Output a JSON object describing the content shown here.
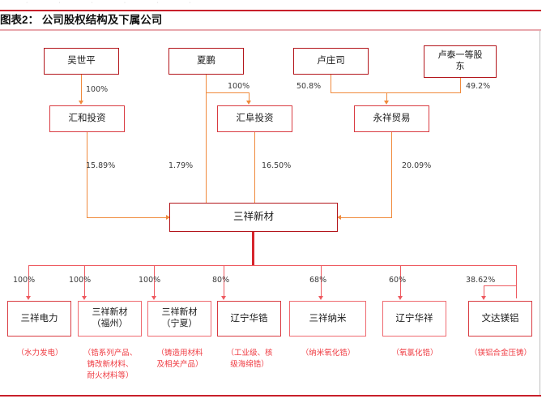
{
  "header": {
    "title": "图表2： 公司股权结构及下属公司",
    "ghost_row": "· · · · · ·"
  },
  "chart_data": {
    "type": "diagram",
    "title": "图表2： 公司股权结构及下属公司",
    "subtype": "ownership-structure-tree",
    "center_node": "三祥新材",
    "shareholders_top": [
      {
        "name": "吴世平",
        "pct": "100%",
        "to": "汇和投资"
      },
      {
        "name": "夏鹏",
        "pct": "100%",
        "to": "汇阜投资"
      },
      {
        "name": "卢庄司",
        "pct": "50.8%",
        "to": "永祥贸易"
      },
      {
        "name": "卢泰一等股东",
        "pct": "49.2%",
        "to": "永祥贸易"
      }
    ],
    "holding_entities": [
      {
        "name": "汇和投资",
        "pct": "15.89%"
      },
      {
        "name": "汇阜投资",
        "pct": "16.50%"
      },
      {
        "name": "永祥贸易",
        "pct": "20.09%"
      }
    ],
    "direct_stakes": [
      {
        "from": "吴世平",
        "pct": "15.89%"
      },
      {
        "from": "夏鹏",
        "pct": "1.79%"
      },
      {
        "from": "汇阜投资",
        "pct": "16.50%"
      },
      {
        "from": "永祥贸易",
        "pct": "20.09%"
      }
    ],
    "subsidiaries": [
      {
        "name": "三祥电力",
        "pct": "100%",
        "note": "（水力发电）"
      },
      {
        "name": "三祥新材\n（福州）",
        "pct": "100%",
        "note": "（锆系列产品、\n铸改新材料、\n耐火材料等）"
      },
      {
        "name": "三祥新材\n（宁夏）",
        "pct": "100%",
        "note": "（铸造用材料\n及相关产品）"
      },
      {
        "name": "辽宁华锆",
        "pct": "80%",
        "note": "（工业级、核\n级海绵锆）"
      },
      {
        "name": "三祥纳米",
        "pct": "68%",
        "note": "（纳米氧化锆）"
      },
      {
        "name": "辽宁华祥",
        "pct": "60%",
        "note": "（氧氯化锆）"
      },
      {
        "name": "文达镁铝",
        "pct": "38.62%",
        "note": "（镁铝合金压铸）"
      }
    ]
  },
  "nodes": {
    "wushiping": "吴世平",
    "xiapeng": "夏鹏",
    "luzhuangsi": "卢庄司",
    "lutai": "卢泰一等股\n东",
    "lutai_l1": "卢泰一等股",
    "lutai_l2": "东",
    "huihe": "汇和投资",
    "huifu": "汇阜投资",
    "yongxiang": "永祥贸易",
    "center": "三祥新材",
    "sub1": "三祥电力",
    "sub2_l1": "三祥新材",
    "sub2_l2": "（福州）",
    "sub3_l1": "三祥新材",
    "sub3_l2": "（宁夏）",
    "sub4": "辽宁华锆",
    "sub5": "三祥纳米",
    "sub6": "辽宁华祥",
    "sub7": "文达镁铝"
  },
  "pcts": {
    "p100_a": "100%",
    "p100_b": "100%",
    "p508": "50.8%",
    "p492": "49.2%",
    "p1589": "15.89%",
    "p179": "1.79%",
    "p1650": "16.50%",
    "p2009": "20.09%",
    "s1": "100%",
    "s2": "100%",
    "s3": "100%",
    "s4": "80%",
    "s5": "68%",
    "s6": "60%",
    "s7": "38.62%"
  },
  "notes": {
    "n1": "（水力发电）",
    "n2_l1": "（锆系列产品、",
    "n2_l2": "铸改新材料、",
    "n2_l3": "耐火材料等）",
    "n3_l1": "（铸造用材料",
    "n3_l2": "及相关产品）",
    "n4_l1": "（工业级、核",
    "n4_l2": "级海绵锆）",
    "n5": "（纳米氧化锆）",
    "n6": "（氧氯化锆）",
    "n7": "（镁铝合金压铸）"
  },
  "colors": {
    "rule_red": "#c8202b",
    "box_dark": "#b3151b",
    "box_mid": "#d93b41",
    "box_light": "#ef6a70",
    "connector_orange": "#f08a3c",
    "connector_red": "#ee5a60",
    "note_red": "#ef3b42"
  }
}
